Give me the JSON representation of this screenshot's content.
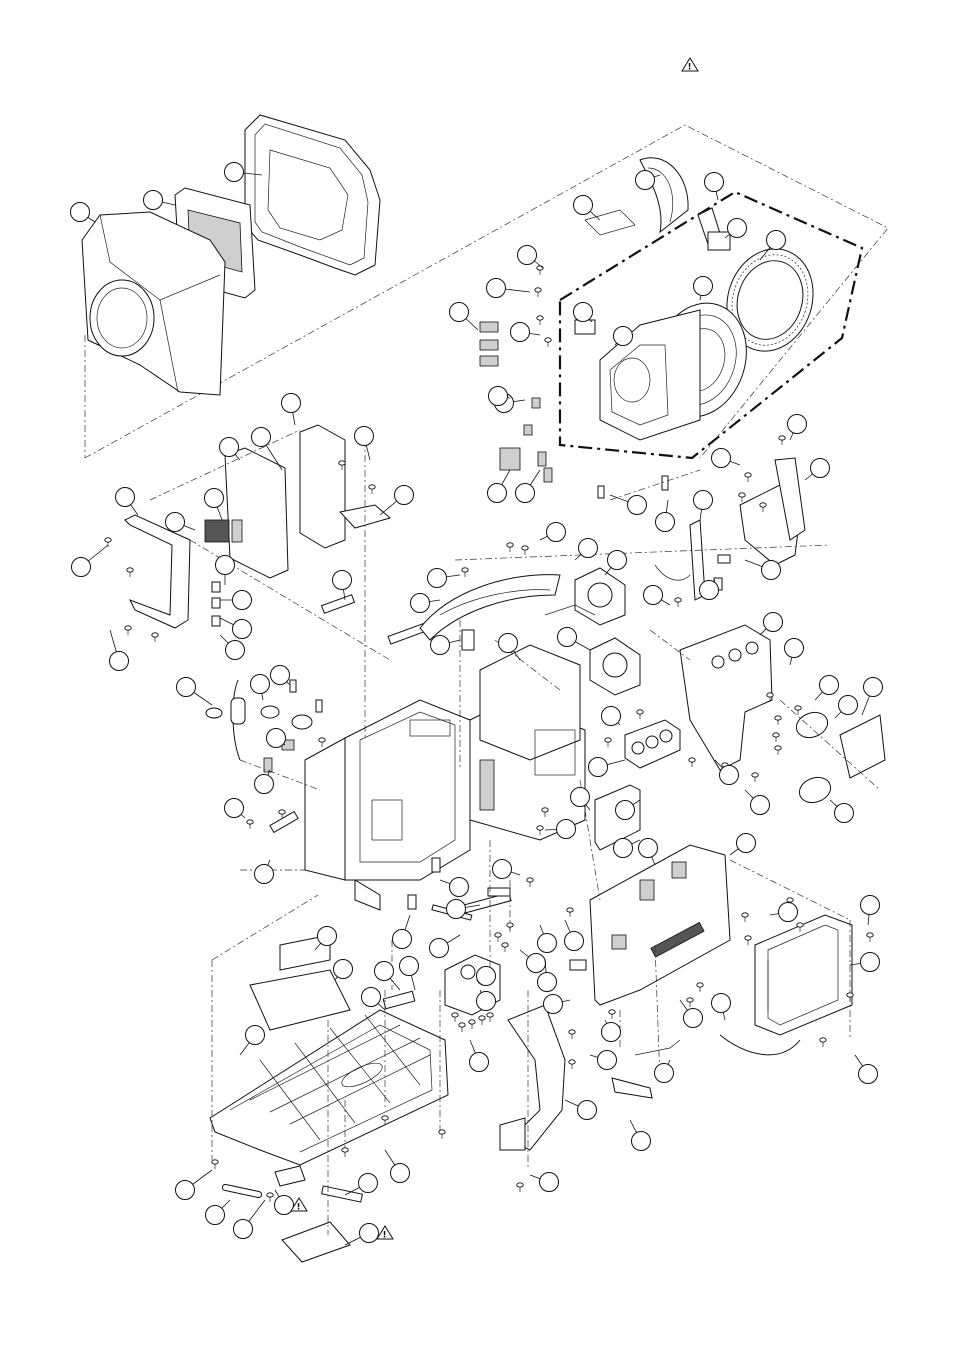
{
  "diagram": {
    "type": "exploded-parts-view",
    "warning_symbol": "caution-triangle-icon",
    "warning_markers": 4,
    "callout_count": 112,
    "callouts_labeled": false
  }
}
